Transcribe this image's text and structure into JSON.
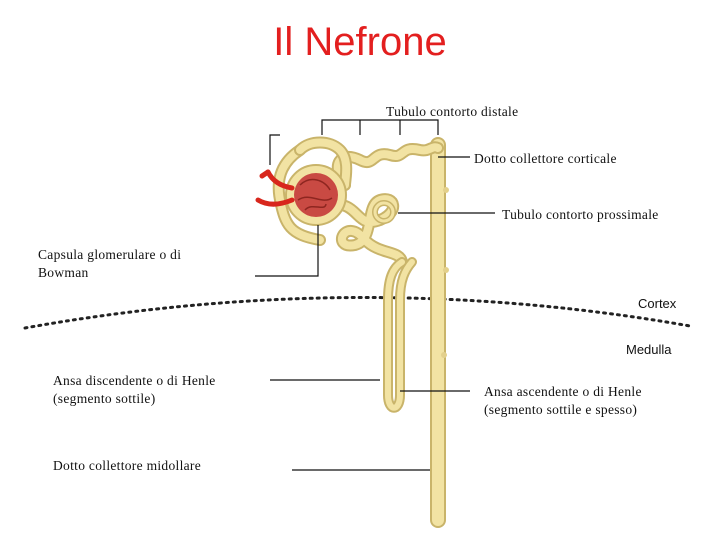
{
  "title": "Il Nefrone",
  "labels": {
    "distal": "Tubulo contorto distale",
    "cortical_duct": "Dotto collettore corticale",
    "proximal": "Tubulo contorto prossimale",
    "bowman_line1": "Capsula glomerulare o di",
    "bowman_line2": "Bowman",
    "descending_line1": "Ansa discendente o di Henle",
    "descending_line2": "(segmento sottile)",
    "ascending_line1": "Ansa ascendente o di Henle",
    "ascending_line2": "(segmento sottile e spesso)",
    "medullary_duct": "Dotto collettore midollare",
    "cortex": "Cortex",
    "medulla": "Medulla"
  },
  "colors": {
    "title": "#e31f1f",
    "tubule": "#f2e3a3",
    "tubule_edge": "#c9b46a",
    "glomerulus": "#c94a43",
    "vessel": "#d8261c"
  }
}
